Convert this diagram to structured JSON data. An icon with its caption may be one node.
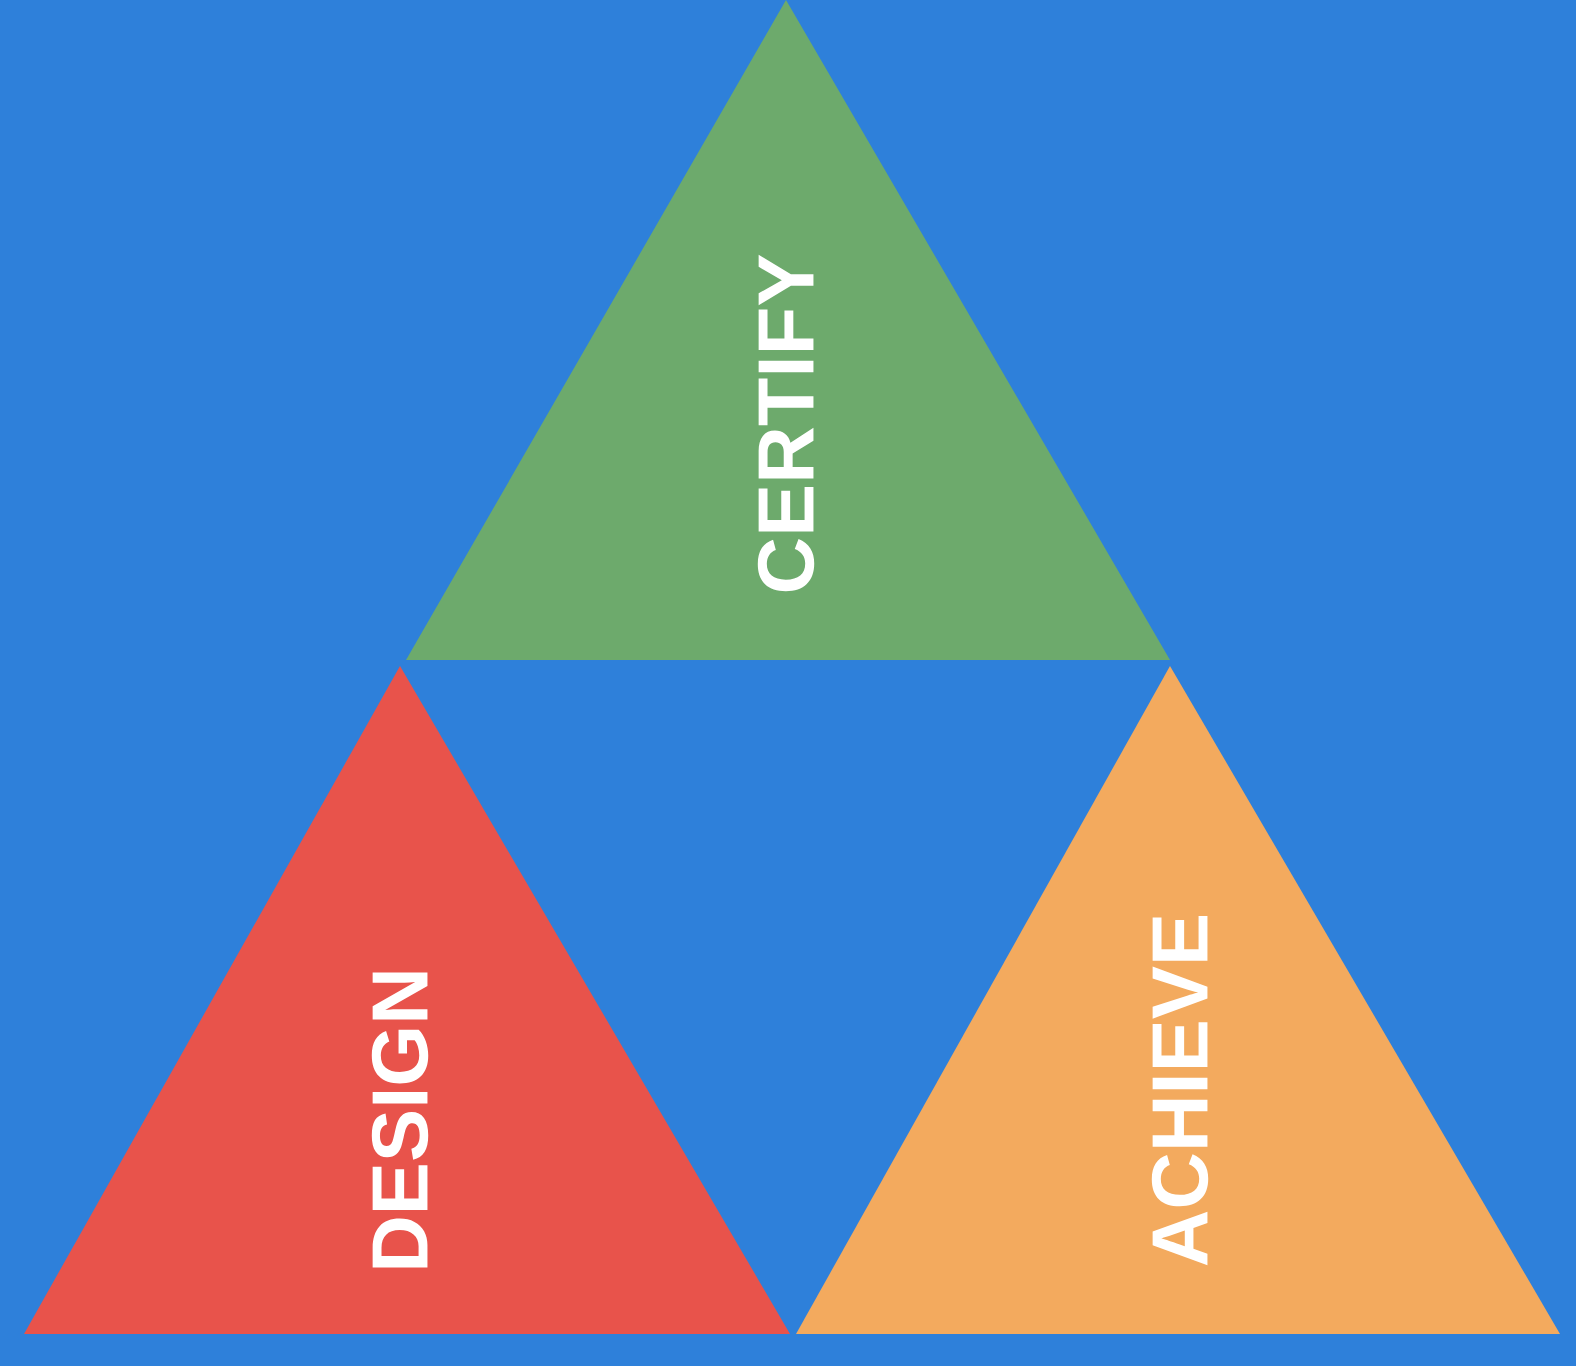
{
  "diagram": {
    "nodes": [
      {
        "text": [
          "CERTIFY"
        ]
      },
      {
        "text": [
          "DESIGN"
        ]
      },
      {
        "text": [
          "ACHIEVE"
        ]
      }
    ]
  }
}
